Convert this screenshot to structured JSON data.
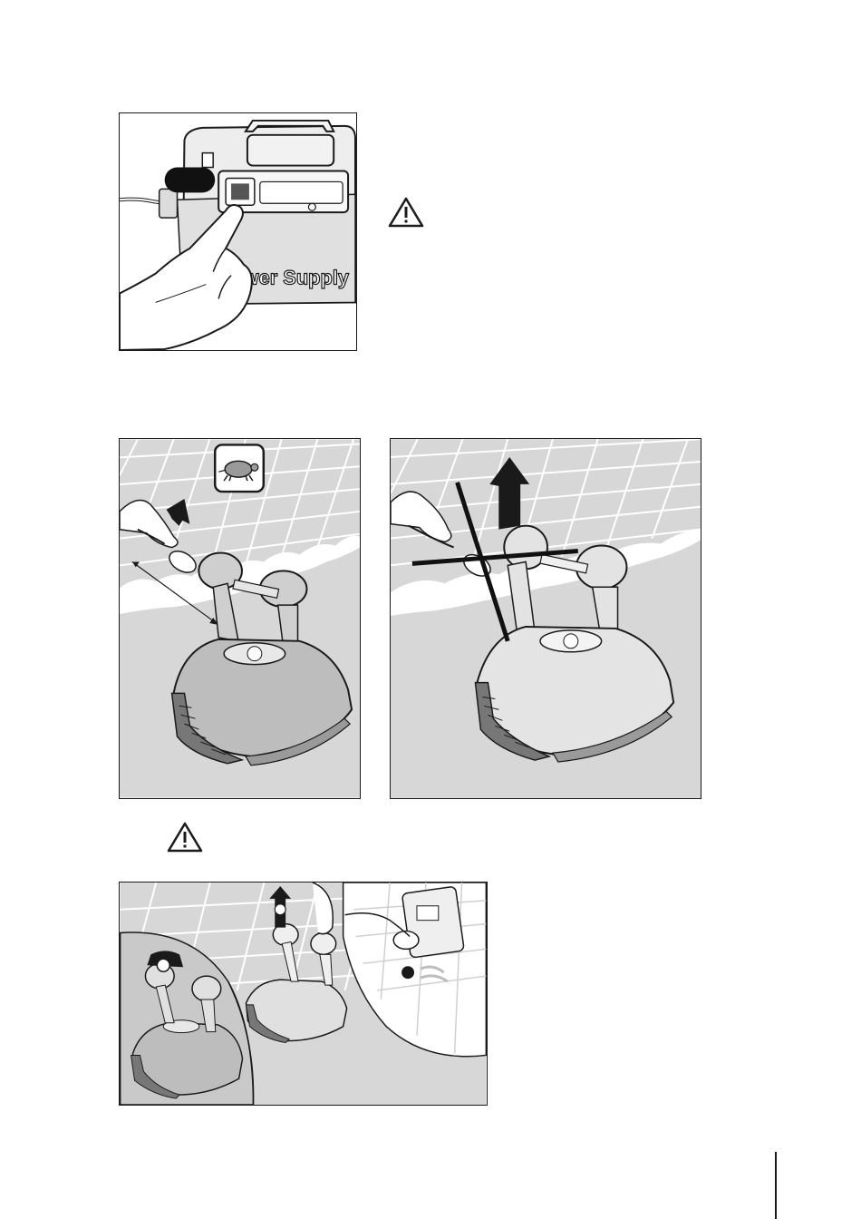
{
  "panels": {
    "power_supply": {
      "device_label": "Power Supply",
      "power_button_icon": "power-button-icon",
      "status_led_icon": "led-icon"
    },
    "slow_pull": {
      "badge_icon": "turtle-icon",
      "arrow_icon": "arrow-up-icon"
    },
    "wrong_pull": {
      "cross_icon": "cross-mark-icon",
      "arrow_icon": "arrow-up-icon"
    },
    "removal_steps": {
      "step_icons": [
        "step-marker-1",
        "step-marker-2",
        "step-marker-3"
      ]
    }
  },
  "warnings": [
    "warning-triangle-icon",
    "warning-triangle-icon"
  ],
  "colors": {
    "line": "#1a1a1a",
    "pool_gray": "#d7d7d7",
    "grid_white": "#ffffff",
    "robot_fill": "#bdbdbd",
    "robot_light": "#e4e4e4"
  }
}
